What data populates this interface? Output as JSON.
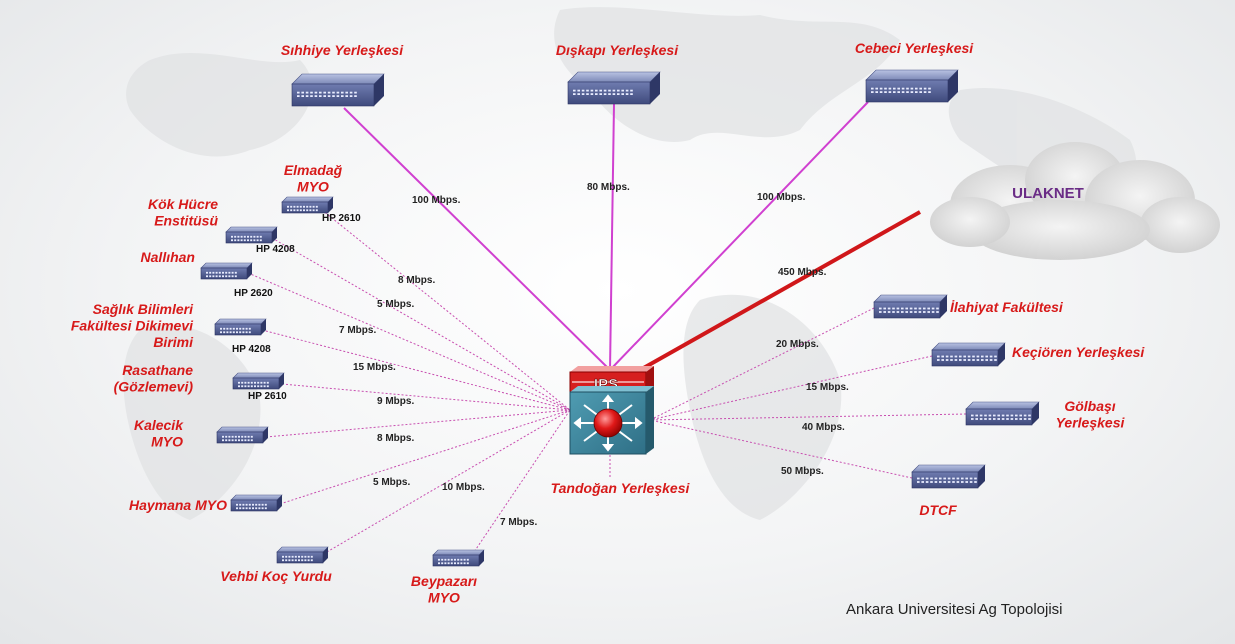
{
  "ulaknet_label": "ULAKNET",
  "ips_label": "IPS",
  "caption": "Ankara Universitesi Ag Topolojisi",
  "colors": {
    "location_text": "#d71a1a",
    "campus_link": "#d040d0",
    "branch_link": "#c84fb0",
    "uplink": "#d0171a",
    "ulaknet_text": "#6a2c86"
  },
  "campuses": [
    {
      "id": "sihhiye",
      "label": "Sıhhiye Yerleşkesi",
      "speed": "100 Mbps."
    },
    {
      "id": "diskapi",
      "label": "Dışkapı Yerleşkesi",
      "speed": "80 Mbps."
    },
    {
      "id": "cebeci",
      "label": "Cebeci Yerleşkesi",
      "speed": "100 Mbps."
    }
  ],
  "uplink": {
    "label": "ULAKNET",
    "speed": "450 Mbps."
  },
  "left_sites": [
    {
      "id": "elmadag",
      "label_lines": [
        "Elmadağ",
        "MYO"
      ],
      "model": "HP 2610",
      "speed": "8 Mbps."
    },
    {
      "id": "kok-hucre",
      "label_lines": [
        "Kök Hücre",
        "Enstitüsü"
      ],
      "model": "HP 4208",
      "speed": "5 Mbps."
    },
    {
      "id": "nallihan",
      "label_lines": [
        "Nallıhan"
      ],
      "model": "HP 2620",
      "speed": "7 Mbps."
    },
    {
      "id": "saglik",
      "label_lines": [
        "Sağlık Bilimleri",
        "Fakültesi Dikimevi",
        "Birimi"
      ],
      "model": "HP 4208",
      "speed": "15 Mbps."
    },
    {
      "id": "rasathane",
      "label_lines": [
        "Rasathane",
        "(Gözlemevi)"
      ],
      "model": "HP 2610",
      "speed": "9 Mbps."
    },
    {
      "id": "kalecik",
      "label_lines": [
        "Kalecik",
        "MYO"
      ],
      "model": "",
      "speed": "8 Mbps."
    },
    {
      "id": "haymana",
      "label_lines": [
        "Haymana MYO"
      ],
      "model": "",
      "speed": "5 Mbps."
    },
    {
      "id": "vehbi-koc",
      "label_lines": [
        "Vehbi Koç Yurdu"
      ],
      "model": "",
      "speed": "10 Mbps."
    },
    {
      "id": "beypazari",
      "label_lines": [
        "Beypazarı",
        "MYO"
      ],
      "model": "",
      "speed": "7 Mbps."
    }
  ],
  "right_sites": [
    {
      "id": "ilahiyat",
      "label_lines": [
        "İlahiyat Fakültesi"
      ],
      "speed": "20 Mbps."
    },
    {
      "id": "kecioren",
      "label_lines": [
        "Keçiören Yerleşkesi"
      ],
      "speed": "15 Mbps."
    },
    {
      "id": "golbasi",
      "label_lines": [
        "Gölbaşı",
        "Yerleşkesi"
      ],
      "speed": "40 Mbps."
    },
    {
      "id": "dtcf",
      "label_lines": [
        "DTCF"
      ],
      "speed": "50 Mbps."
    }
  ],
  "tandogan": {
    "label": "Tandoğan Yerleşkesi"
  }
}
